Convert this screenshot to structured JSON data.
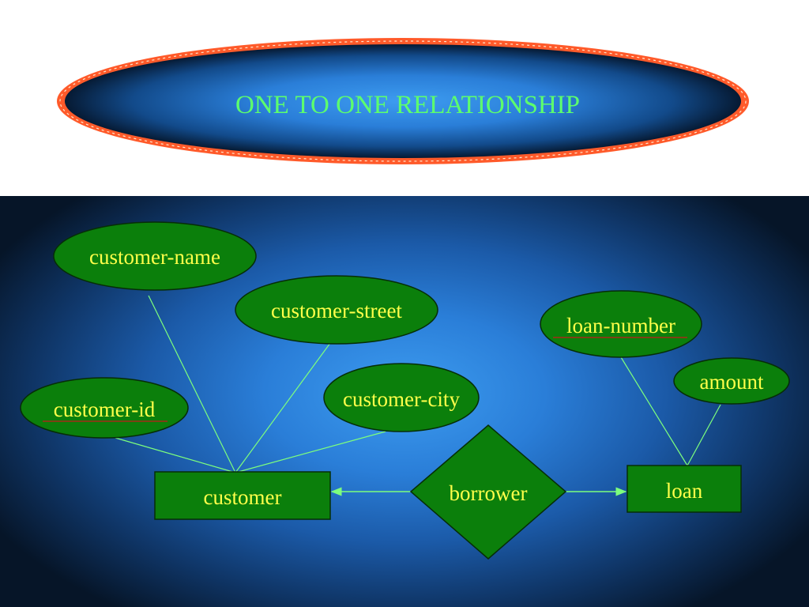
{
  "title": {
    "text": "ONE TO ONE RELATIONSHIP",
    "text_color": "#5dff6d",
    "border_color": "#ff5a2a",
    "fill_inner": "#3d9cf0",
    "fill_outer": "#061a33"
  },
  "colors": {
    "node_fill": "#0b7f0b",
    "node_stroke": "#062e06",
    "label_color": "#ffff4a",
    "connector_color": "#7dff7d",
    "key_underline_color": "#c21a1a"
  },
  "entities": {
    "customer": "customer",
    "loan": "loan"
  },
  "relationship": {
    "borrower": "borrower"
  },
  "attributes": {
    "customer_name": "customer-name",
    "customer_street": "customer-street",
    "customer_city": "customer-city",
    "customer_id": "customer-id",
    "loan_number": "loan-number",
    "amount": "amount"
  },
  "primary_keys": [
    "customer-id",
    "loan-number"
  ]
}
